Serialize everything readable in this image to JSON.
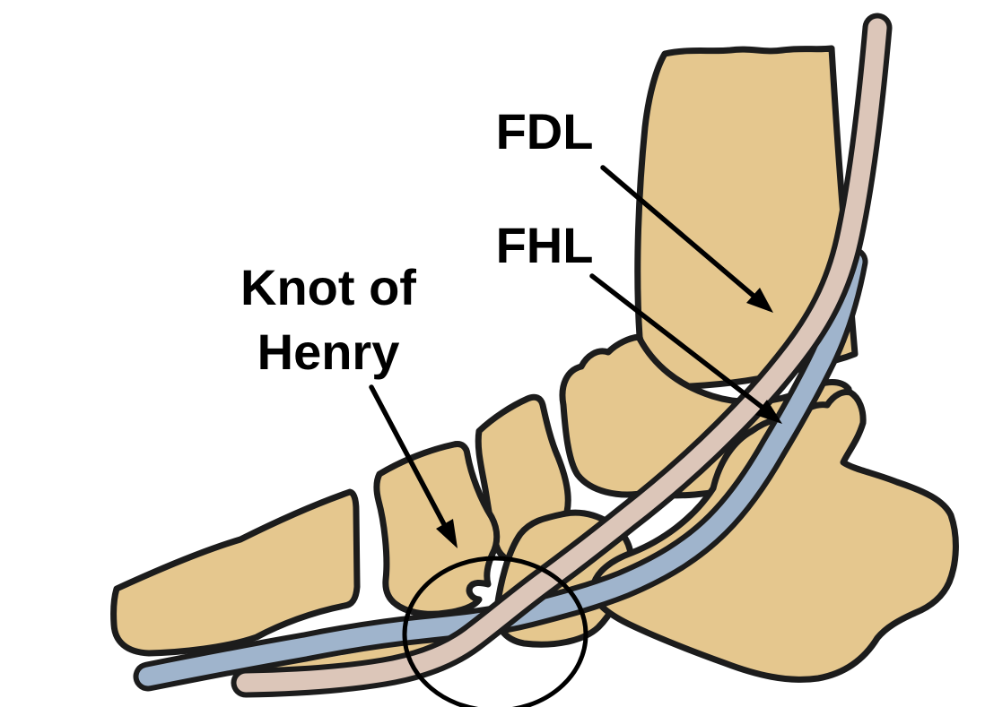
{
  "figure": {
    "title": "Knot of Henry foot anatomy diagram",
    "labels": {
      "fdl": "FDL",
      "fhl": "FHL",
      "knot_line1": "Knot of",
      "knot_line2": "Henry"
    },
    "colors": {
      "background": "#ffffff",
      "bone": "#e5c78e",
      "outline": "#1c1c1c",
      "fdl_tendon": "#dcc6b9",
      "fhl_tendon": "#9fb4cc",
      "annotation": "#000000",
      "label_text": "#000000"
    }
  }
}
